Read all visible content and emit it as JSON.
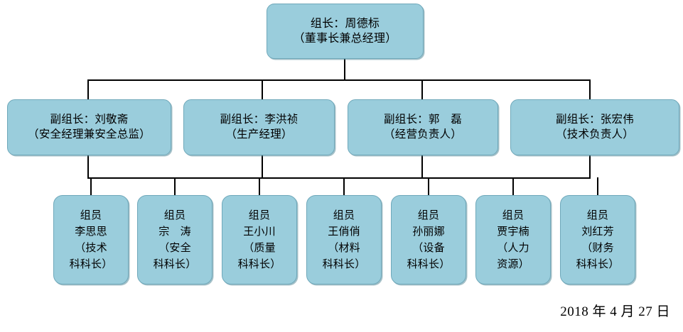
{
  "chart": {
    "title_semantic": "安全生产领导小组组织机构图",
    "fill_color": "#9ACDDC",
    "border_color": "#6FA8BA",
    "line_color": "#000000",
    "background": "#FFFFFF"
  },
  "root": {
    "line1": "组长：周德标",
    "line2": "（董事长兼总经理）"
  },
  "managers": [
    {
      "line1": "副组长：刘敬斋",
      "line2": "（安全经理兼安全总监）"
    },
    {
      "line1": "副组长：李洪祯",
      "line2": "（生产经理）"
    },
    {
      "line1": "副组长：郭　磊",
      "line2": "（经营负责人）"
    },
    {
      "line1": "副组长：张宏伟",
      "line2": "（技术负责人）"
    }
  ],
  "members": [
    {
      "role": "组员",
      "name": "李思思",
      "dept_line1": "（技术",
      "dept_line2": "科科长）"
    },
    {
      "role": "组员",
      "name": "宗　涛",
      "dept_line1": "（安全",
      "dept_line2": "科科长）"
    },
    {
      "role": "组员",
      "name": "王小川",
      "dept_line1": "（质量",
      "dept_line2": "科科长）"
    },
    {
      "role": "组员",
      "name": "王俏俏",
      "dept_line1": "（材料",
      "dept_line2": "科科长）"
    },
    {
      "role": "组员",
      "name": "孙丽娜",
      "dept_line1": "（设备",
      "dept_line2": "科科长）"
    },
    {
      "role": "组员",
      "name": "贾宇楠",
      "dept_line1": "（人力",
      "dept_line2": "资源）"
    },
    {
      "role": "组员",
      "name": "刘红芳",
      "dept_line1": "（财务",
      "dept_line2": "科科长）"
    }
  ],
  "footer": {
    "date": "2018 年 4 月 27 日"
  }
}
